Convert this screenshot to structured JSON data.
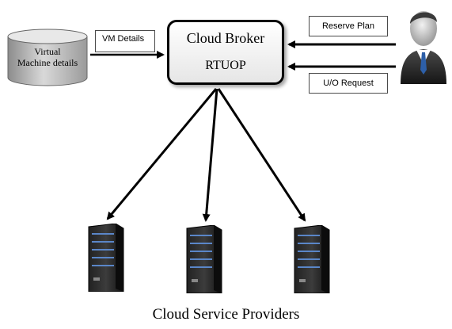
{
  "vm_store": {
    "label_line1": "Virtual",
    "label_line2": "Machine details"
  },
  "vm_details_label": "VM Details",
  "broker": {
    "title": "Cloud Broker",
    "subtitle": "RTUOP"
  },
  "reserve_plan_label": "Reserve Plan",
  "uo_request_label": "U/O Request",
  "providers_label": "Cloud Service Providers"
}
